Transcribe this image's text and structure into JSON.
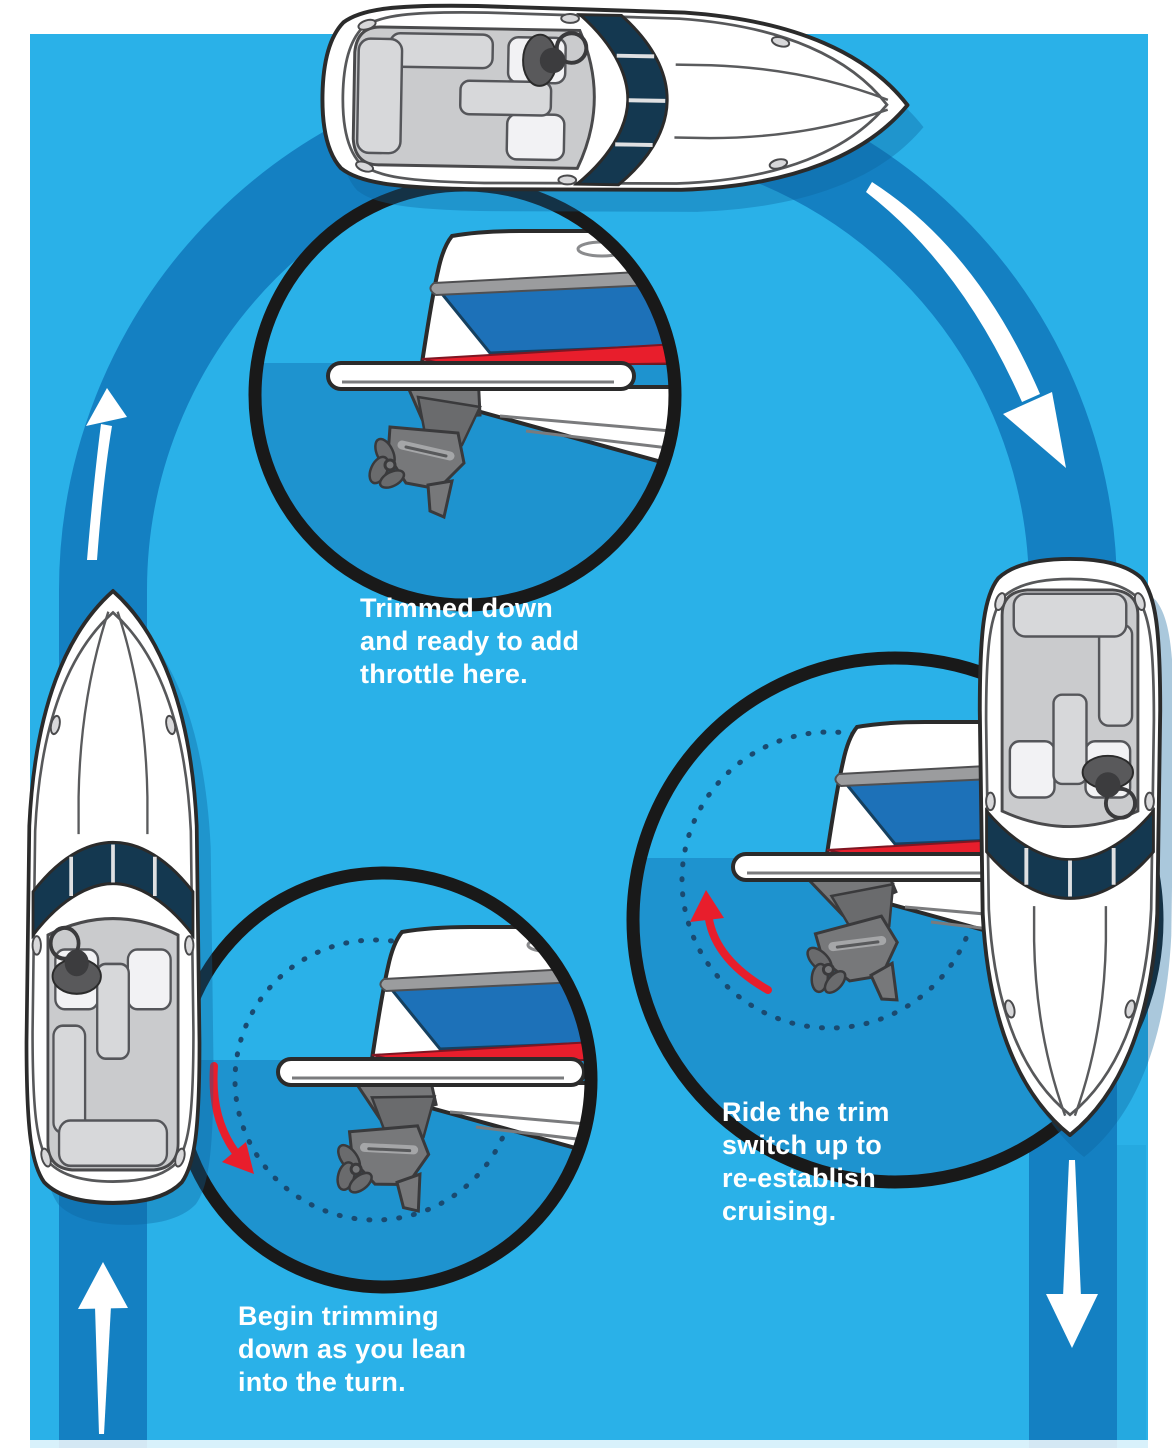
{
  "colors": {
    "page_white": "#ffffff",
    "sky_blue": "#2ab1e8",
    "path_blue": "#1480c2",
    "water_blue": "#1e93cf",
    "edge_strip": "#25a9e0",
    "ring_black": "#191919",
    "outline": "#2b2b2b",
    "hull_blue": "#1d71b8",
    "stripe_red": "#e81e2c",
    "windshield_navy": "#143850",
    "interior_gray": "#cacbcd",
    "mid_gray": "#9b9c9e",
    "drive_gray": "#77787a",
    "drive_dark": "#3a3a3c",
    "dash_navy": "#1a4a70",
    "arrow_white": "#ffffff",
    "shadow_blue": "#0b629a"
  },
  "captions": [
    {
      "id": "trimmed-down",
      "lines": [
        "Trimmed down",
        "and ready to add",
        "throttle here."
      ]
    },
    {
      "id": "ride-trim-switch",
      "lines": [
        "Ride the trim",
        "switch up to",
        "re-establish",
        "cruising."
      ]
    },
    {
      "id": "begin-trimming",
      "lines": [
        "Begin trimming",
        "down as you lean",
        "into the turn."
      ]
    }
  ],
  "diagram": {
    "boats": [
      {
        "id": "boat-top",
        "view": "top-down",
        "heading": "right"
      },
      {
        "id": "boat-left",
        "view": "top-down",
        "heading": "up"
      },
      {
        "id": "boat-right",
        "view": "top-down",
        "heading": "down"
      }
    ],
    "insets": [
      {
        "id": "inset-trimmed-down",
        "shows": "sterndrive trimmed down",
        "trim_arrow": "none"
      },
      {
        "id": "inset-trim-up",
        "shows": "sterndrive trimming up",
        "trim_arrow": "up"
      },
      {
        "id": "inset-trim-down",
        "shows": "sterndrive trimming down",
        "trim_arrow": "down"
      }
    ],
    "course_arrows": [
      "up-left-leg",
      "up-left-arc",
      "down-right-arc",
      "down-right-leg"
    ]
  }
}
